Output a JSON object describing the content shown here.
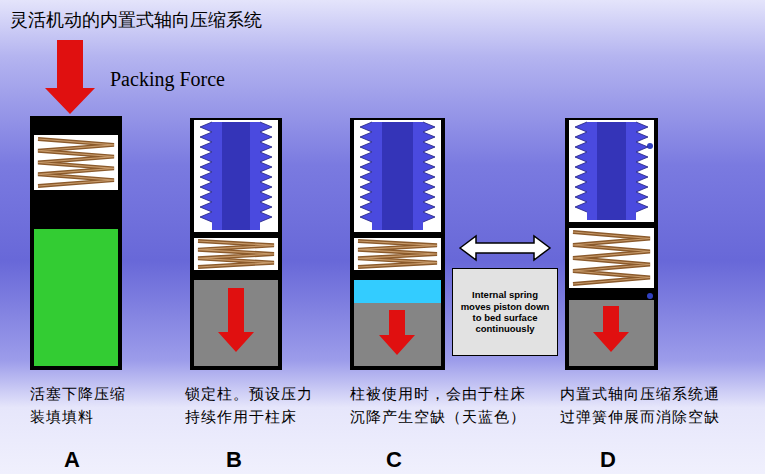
{
  "diagram": {
    "title": "灵活机动的内置式轴向压缩系统",
    "nodes": [
      {
        "text": [
          "Internal spring moves piston down to bed surface continuously"
        ]
      }
    ],
    "labels": [
      "Packing Force",
      "活塞下降压缩装填填料",
      "锁定柱。预设压力持续作用于柱床",
      "柱被使用时，会由于柱床沉降产生空缺（天蓝色）",
      "内置式轴向压缩系统通过弹簧伸展而消除空缺",
      "A",
      "B",
      "C",
      "D"
    ]
  }
}
